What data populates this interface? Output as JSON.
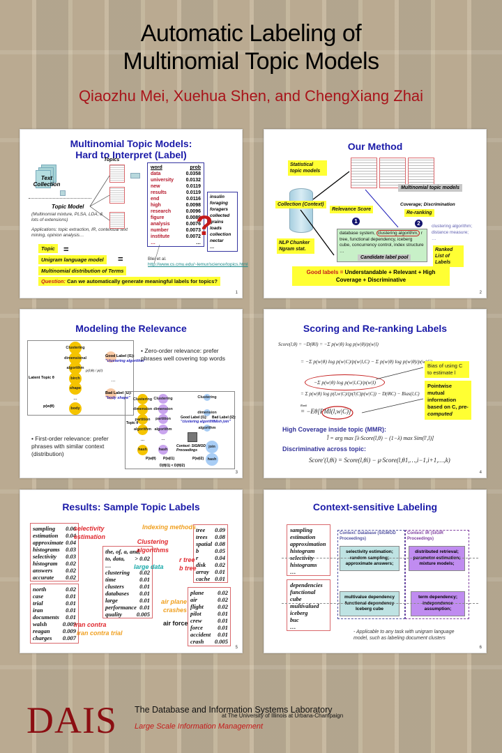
{
  "poster": {
    "title_line1": "Automatic Labeling of",
    "title_line2": "Multinomial Topic Models",
    "authors": "Qiaozhu Mei, Xuehua Shen, and ChengXiang Zhai"
  },
  "slide1": {
    "title_line1": "Multinomial Topic Models:",
    "title_line2": "Hard to Interpret (Label)",
    "topics_label": "Topics",
    "text_collection": "Text\nCollection",
    "topic_model": "Topic Model",
    "model_note": "(Multinomial mixture, PLSA, LDA, & lots of extensions)",
    "applications": "Applications: topic extraction, IR, contextual text mining, opinion analysis…",
    "word_header": "word",
    "prob_header": "prob",
    "words": [
      {
        "w": "data",
        "p": "0.0358"
      },
      {
        "w": "university",
        "p": "0.0132"
      },
      {
        "w": "new",
        "p": "0.0119"
      },
      {
        "w": "results",
        "p": "0.0119"
      },
      {
        "w": "end",
        "p": "0.0116"
      },
      {
        "w": "high",
        "p": "0.0098"
      },
      {
        "w": "research",
        "p": "0.0096"
      },
      {
        "w": "figure",
        "p": "0.0089"
      },
      {
        "w": "analysis",
        "p": "0.0076"
      },
      {
        "w": "number",
        "p": "0.0073"
      },
      {
        "w": "institute",
        "p": "0.0072"
      },
      {
        "w": "…",
        "p": "…"
      }
    ],
    "second_topic": [
      "insulin",
      "foraging",
      "foragers",
      "collected",
      "grains",
      "loads",
      "collection",
      "nectar",
      "…"
    ],
    "question_mark": "?",
    "citation": "Blei et al.",
    "citation_link": "http://www.cs.cmu.edu/~lemur/science/topics.html",
    "topic": "Topic",
    "unigram": "Unigram language model",
    "multinomial": "Multinomial distribution of Terms",
    "equals": "=",
    "question_label": "Question:",
    "question_text": "Can we automatically generate meaningful labels for topics?",
    "page": "1"
  },
  "slide2": {
    "title": "Our Method",
    "statistical": "Statistical topic models",
    "collection": "Collection (Context)",
    "nlp": "NLP Chunker Ngram stat.",
    "multinomial_models": "Multinomial topic models",
    "relevance": "Relevance Score",
    "coverage": "Coverage; Discrimination",
    "reranking": "Re-ranking",
    "step1": "1",
    "step2": "2",
    "ranked_list": [
      "clustering algorithm;",
      "distance measure;",
      "…"
    ],
    "pool_text_before": "database system,",
    "pool_highlight": "clustering algorithm,",
    "pool_text_after": "r tree,  functional dependency, iceberg cube, concurrency control, index structure …",
    "pool_label": "Candidate label pool",
    "ranked_label": "Ranked List of Labels",
    "good_labels_red": "Good labels =",
    "good_labels_rest": "Understandable + Relevant + High Coverage + Discriminative",
    "page": "2"
  },
  "slide3": {
    "title": "Modeling the Relevance",
    "zero_order": "• Zero-order relevance: prefer phrases well covering top words",
    "first_order": "• First-order relevance: prefer phrases with similar context (distribution)",
    "latent_topic": "Latent Topic θ",
    "nodes_left": [
      "Clustering",
      "dimensional",
      "algorithm",
      "birch",
      "shape",
      "…",
      "body"
    ],
    "pw": "p(w|θ)",
    "good_label": "Good Label (l1):",
    "good_label_val": "\"clustering algorithm\"",
    "bad_label": "Bad Label (l2):",
    "bad_label_val": "\"body shape\"",
    "frac": "p(l|θ) / p(l)",
    "ellipsis": "…",
    "nodes_y": [
      "Clustering",
      "dimension",
      "partition",
      "algorithm",
      "…",
      "hash"
    ],
    "nodes_p": [
      "Clustering",
      "dimension",
      "partition",
      "algorithm",
      "…",
      "hash"
    ],
    "nodes_b": [
      "Clustering",
      "dimension",
      "algorithm",
      "join",
      "hash"
    ],
    "topic_theta": "Topic θ",
    "good_label2": "Good Label (l1):",
    "good_label2_val": "\"clustering algorithm\"",
    "bad_label2": "Bad Label (l2):",
    "bad_label2_val": "\"hash join\"",
    "context": "Context: SIGMOD Proceedings",
    "p_theta": "P(w|θ)",
    "p_l1": "P(w|l1)",
    "p_l2": "P(w|l2)",
    "divergence": "D(θ|l1) < D(θ|l2)",
    "page": "3"
  },
  "slide4": {
    "title": "Scoring and Re-ranking Labels",
    "eq1": "Score(l,θ) = −D(θ‖l) = −Σ p(w|θ) log p(w|θ)/p(w|l)",
    "eq2": "= −Σ p(w|θ) log p(w|C)/p(w|l,C) − Σ p(w|θ) log p(w|θ)/p(w|C)",
    "eq3": "−Σ p(w|θ) log p(w|l,C)/p(w|l)",
    "eq4": "= Σ p(w|θ) log p(l,w|C)/(p(l|C)p(w|C)) − D(θ‖C) − Bias(l,C)",
    "rank": "Rank",
    "eq5": "= −Eθ[PMI(l,w|C)]",
    "bias_note": "Bias of using C to estimate l",
    "pmi_note_bold": "Pointwise mutual information based on C,",
    "pmi_note_it": "pre-computed",
    "coverage_head": "High Coverage inside topic (MMR):",
    "mmr": "l̂ = arg max [λ·Score(l,θ) − (1−λ) max Sim(l′,l)]",
    "mmr_sub": "l∈L−S",
    "mmr_sub2": "l′∈S",
    "disc_head": "Discriminative across topic:",
    "disc_eq": "Score′(l,θi) = Score(l,θi) − μ·Score(l,θ1,…,i−1,i+1,…,k)",
    "page": "4"
  },
  "slide5": {
    "title": "Results: Sample Topic Labels",
    "t1": [
      [
        "sampling",
        "0.06"
      ],
      [
        "estimation",
        "0.04"
      ],
      [
        "approximate",
        "0.04"
      ],
      [
        "histograms",
        "0.03"
      ],
      [
        "selectivity",
        "0.03"
      ],
      [
        "histogram",
        "0.02"
      ],
      [
        "answers",
        "0.02"
      ],
      [
        "accurate",
        "0.02"
      ]
    ],
    "t1_labels": [
      "selectivity",
      "estimation"
    ],
    "t2": [
      [
        "north",
        "0.02"
      ],
      [
        "case",
        "0.01"
      ],
      [
        "trial",
        "0.01"
      ],
      [
        "iran",
        "0.01"
      ],
      [
        "documents",
        "0.01"
      ],
      [
        "walsh",
        "0.009"
      ],
      [
        "reagan",
        "0.009"
      ],
      [
        "charges",
        "0.007"
      ]
    ],
    "t2_label_red": "iran contra",
    "t2_label_orange": "iran contra trial",
    "t3": [
      [
        "the, of, a, and,",
        ""
      ],
      [
        "to, data,",
        "> 0.02"
      ],
      [
        "…",
        ""
      ],
      [
        "clustering",
        "0.02"
      ],
      [
        "time",
        "0.01"
      ],
      [
        "clusters",
        "0.01"
      ],
      [
        "databases",
        "0.01"
      ],
      [
        "large",
        "0.01"
      ],
      [
        "performance",
        "0.01"
      ],
      [
        "quality",
        "0.005"
      ]
    ],
    "t3_label_red": "Clustering algorithms",
    "t3_label_teal": "large data",
    "t4": [
      [
        "tree",
        "0.09"
      ],
      [
        "trees",
        "0.08"
      ],
      [
        "spatial",
        "0.08"
      ],
      [
        "b",
        "0.05"
      ],
      [
        "r",
        "0.04"
      ],
      [
        "disk",
        "0.02"
      ],
      [
        "array",
        "0.01"
      ],
      [
        "cache",
        "0.01"
      ]
    ],
    "t4_label_orange": "Indexing methods",
    "t4_label_red": [
      "r tree",
      "b tree"
    ],
    "t5": [
      [
        "plane",
        "0.02"
      ],
      [
        "air",
        "0.02"
      ],
      [
        "flight",
        "0.02"
      ],
      [
        "pilot",
        "0.01"
      ],
      [
        "crew",
        "0.01"
      ],
      [
        "force",
        "0.01"
      ],
      [
        "accident",
        "0.01"
      ],
      [
        "crash",
        "0.005"
      ]
    ],
    "t5_label_orange": [
      "air plane",
      "crashes"
    ],
    "t5_label_black": "air force",
    "page": "5"
  },
  "slide6": {
    "title": "Context-sensitive Labeling",
    "words1": [
      "sampling",
      "estimation",
      "approximation",
      "histogram",
      "selectivity",
      "histograms",
      "…"
    ],
    "words2": [
      "dependencies",
      "functional",
      "cube",
      "multivalued",
      "iceberg",
      "buc",
      "…"
    ],
    "ctx_db": "Context: Database (SIGMOD Proceedings)",
    "ctx_ir": "Context: IR (SIGIR Proceedings)",
    "db1": "selectivity estimation; random sampling; approximate answers;",
    "db2": "multivalue dependency functional dependency Iceberg cube",
    "ir1": "distributed retrieval; parameter estimation; mixture models;",
    "ir2": "term dependency; independence assumption;",
    "note": "- Applicable to any task with unigram language model, such as labeling document clusters",
    "page": "6"
  },
  "footer": {
    "logo": "DAIS",
    "lab": "The Database and Information Systems Laboratory",
    "univ": "at The University of Illinois at Urbana-Champaign",
    "tagline": "Large Scale Information Management"
  },
  "colors": {
    "title_blue": "#1a1aa8",
    "author_red": "#a8141a",
    "highlight_yellow": "#ffff33",
    "teal_box": "#bfe3e3",
    "purple_box": "#c08cf0",
    "dais_red": "#8b0e12"
  }
}
